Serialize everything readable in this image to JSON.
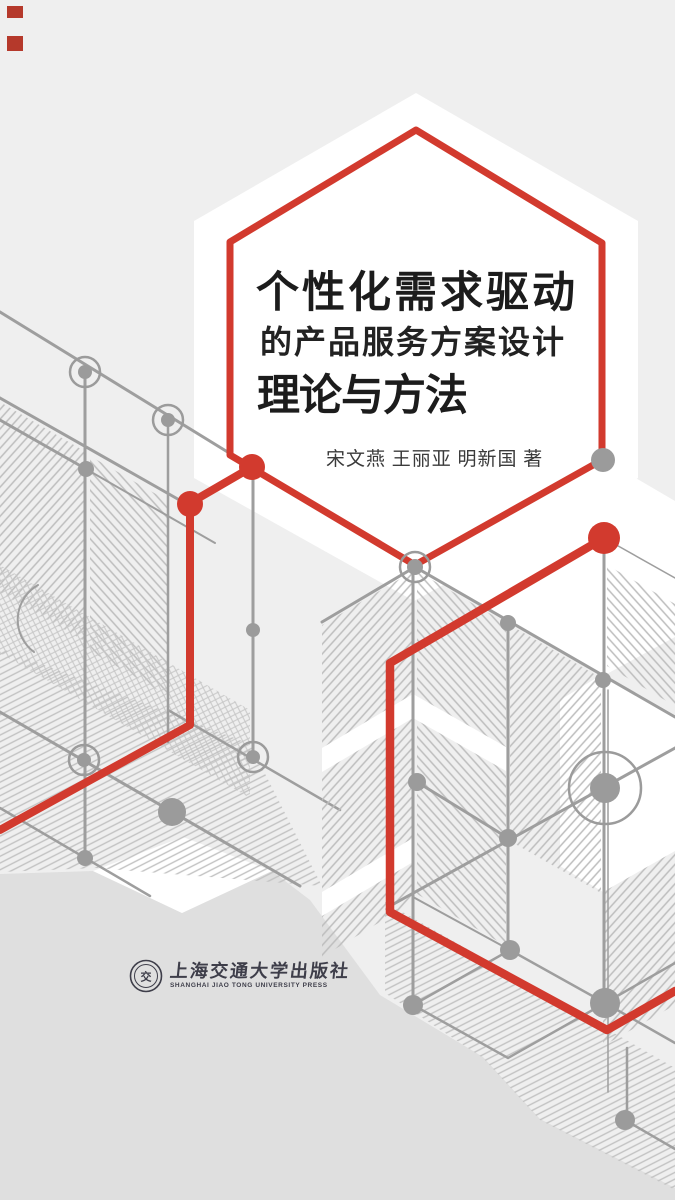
{
  "cover": {
    "title_line1": "个性化需求驱动",
    "title_line2": "的产品服务方案设计",
    "title_line3": "理论与方法",
    "authors": "宋文燕 王丽亚 明新国  著",
    "publisher_cn": "上海交通大学出版社",
    "publisher_en": "SHANGHAI JIAO TONG UNIVERSITY PRESS",
    "seal_glyph": "交"
  },
  "colors": {
    "accent_red": "#d23a2e",
    "dark_red_marks": "#b5392b",
    "line_gray": "#9e9e9e",
    "node_gray": "#9b9b9b",
    "hatch_gray": "#c0c0c0",
    "background": "#efefef",
    "floor_gray": "#dfdfdf",
    "ink": "#1c1c1c",
    "publisher_ink": "#3e3e4a"
  },
  "icons": {
    "seal": "press-seal-icon"
  }
}
